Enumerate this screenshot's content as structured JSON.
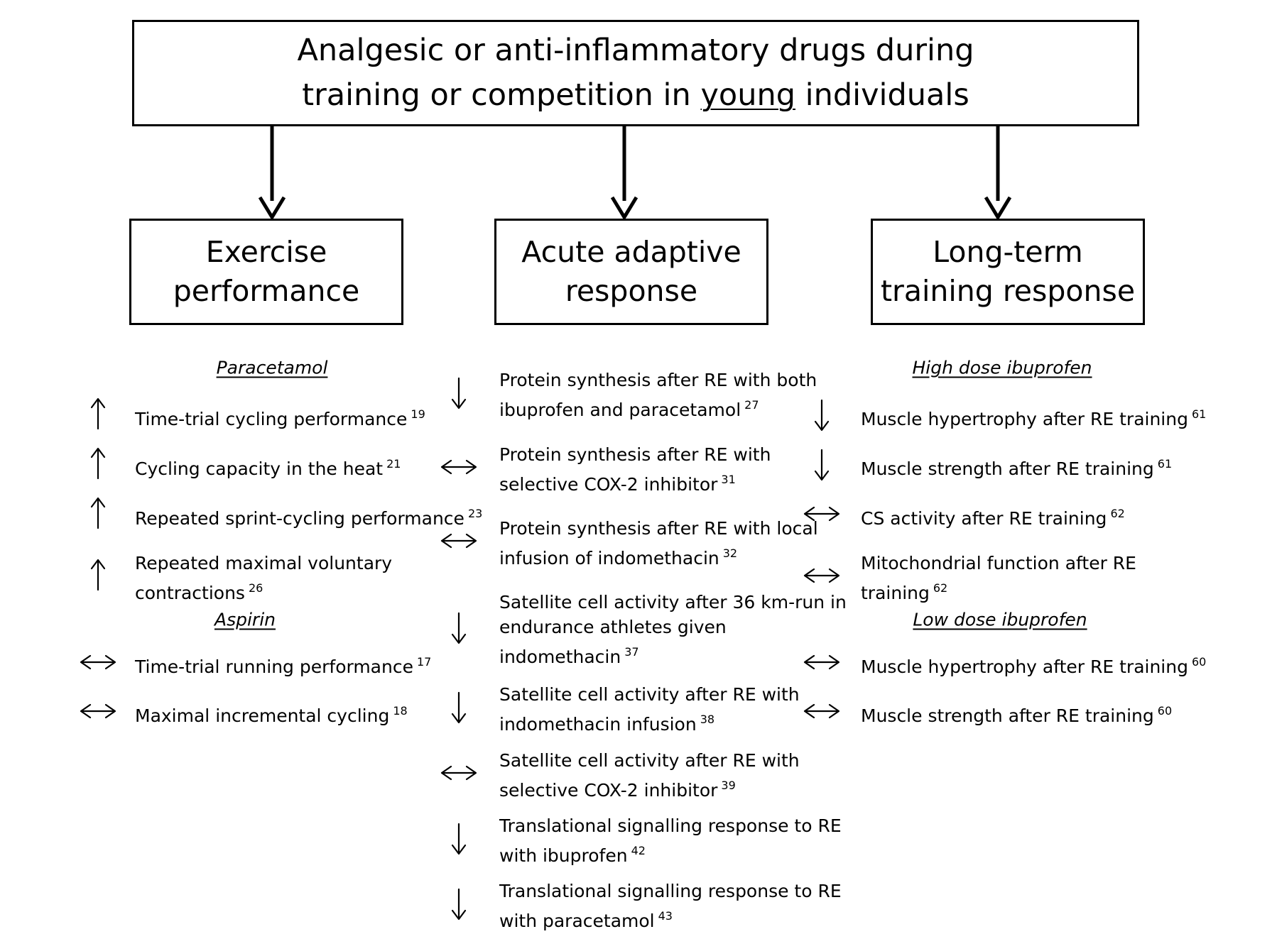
{
  "header": {
    "line1": "Analgesic or anti-inflammatory drugs during",
    "line2_before": "training or competition in ",
    "line2_underlined": "young",
    "line2_after": " individuals"
  },
  "categories": [
    "Exercise\nperformance",
    "Acute adaptive\nresponse",
    "Long-term\ntraining response"
  ],
  "sections": [
    {
      "column": 0,
      "heading": "Paracetamol"
    },
    {
      "column": 0,
      "heading": "Aspirin"
    },
    {
      "column": 2,
      "heading": "High dose ibuprofen"
    },
    {
      "column": 2,
      "heading": "Low dose ibuprofen"
    }
  ],
  "findings": [
    {
      "column": 0,
      "effect": "up",
      "text": "Time-trial cycling performance",
      "ref": "19"
    },
    {
      "column": 0,
      "effect": "up",
      "text": "Cycling capacity in the heat",
      "ref": "21"
    },
    {
      "column": 0,
      "effect": "up",
      "text": "Repeated sprint-cycling performance",
      "ref": "23"
    },
    {
      "column": 0,
      "effect": "up",
      "text": "Repeated maximal voluntary\ncontractions",
      "ref": "26"
    },
    {
      "column": 0,
      "effect": "no-change",
      "text": "Time-trial running performance",
      "ref": "17"
    },
    {
      "column": 0,
      "effect": "no-change",
      "text": "Maximal incremental cycling",
      "ref": "18"
    },
    {
      "column": 1,
      "effect": "down",
      "text": "Protein synthesis after RE with both\nibuprofen and paracetamol",
      "ref": "27"
    },
    {
      "column": 1,
      "effect": "no-change",
      "text": "Protein synthesis after RE with\nselective COX-2 inhibitor",
      "ref": "31"
    },
    {
      "column": 1,
      "effect": "no-change",
      "text": "Protein synthesis after RE with local\ninfusion of indomethacin",
      "ref": "32"
    },
    {
      "column": 1,
      "effect": "down",
      "text": "Satellite cell activity after 36 km-run in\nendurance athletes given\nindomethacin",
      "ref": "37"
    },
    {
      "column": 1,
      "effect": "down",
      "text": "Satellite cell activity after RE with\nindomethacin infusion",
      "ref": "38"
    },
    {
      "column": 1,
      "effect": "no-change",
      "text": "Satellite cell activity after RE with\nselective COX-2 inhibitor",
      "ref": "39"
    },
    {
      "column": 1,
      "effect": "down",
      "text": "Translational signalling response to RE\nwith ibuprofen",
      "ref": "42"
    },
    {
      "column": 1,
      "effect": "down",
      "text": "Translational signalling response to RE\nwith paracetamol",
      "ref": "43"
    },
    {
      "column": 2,
      "effect": "down",
      "text": "Muscle hypertrophy after RE training",
      "ref": "61"
    },
    {
      "column": 2,
      "effect": "down",
      "text": "Muscle strength after RE training",
      "ref": "61"
    },
    {
      "column": 2,
      "effect": "no-change",
      "text": "CS activity after RE training",
      "ref": "62"
    },
    {
      "column": 2,
      "effect": "no-change",
      "text": "Mitochondrial function after RE\ntraining",
      "ref": "62"
    },
    {
      "column": 2,
      "effect": "no-change",
      "text": "Muscle hypertrophy after RE training",
      "ref": "60"
    },
    {
      "column": 2,
      "effect": "no-change",
      "text": "Muscle strength after RE training",
      "ref": "60"
    }
  ]
}
